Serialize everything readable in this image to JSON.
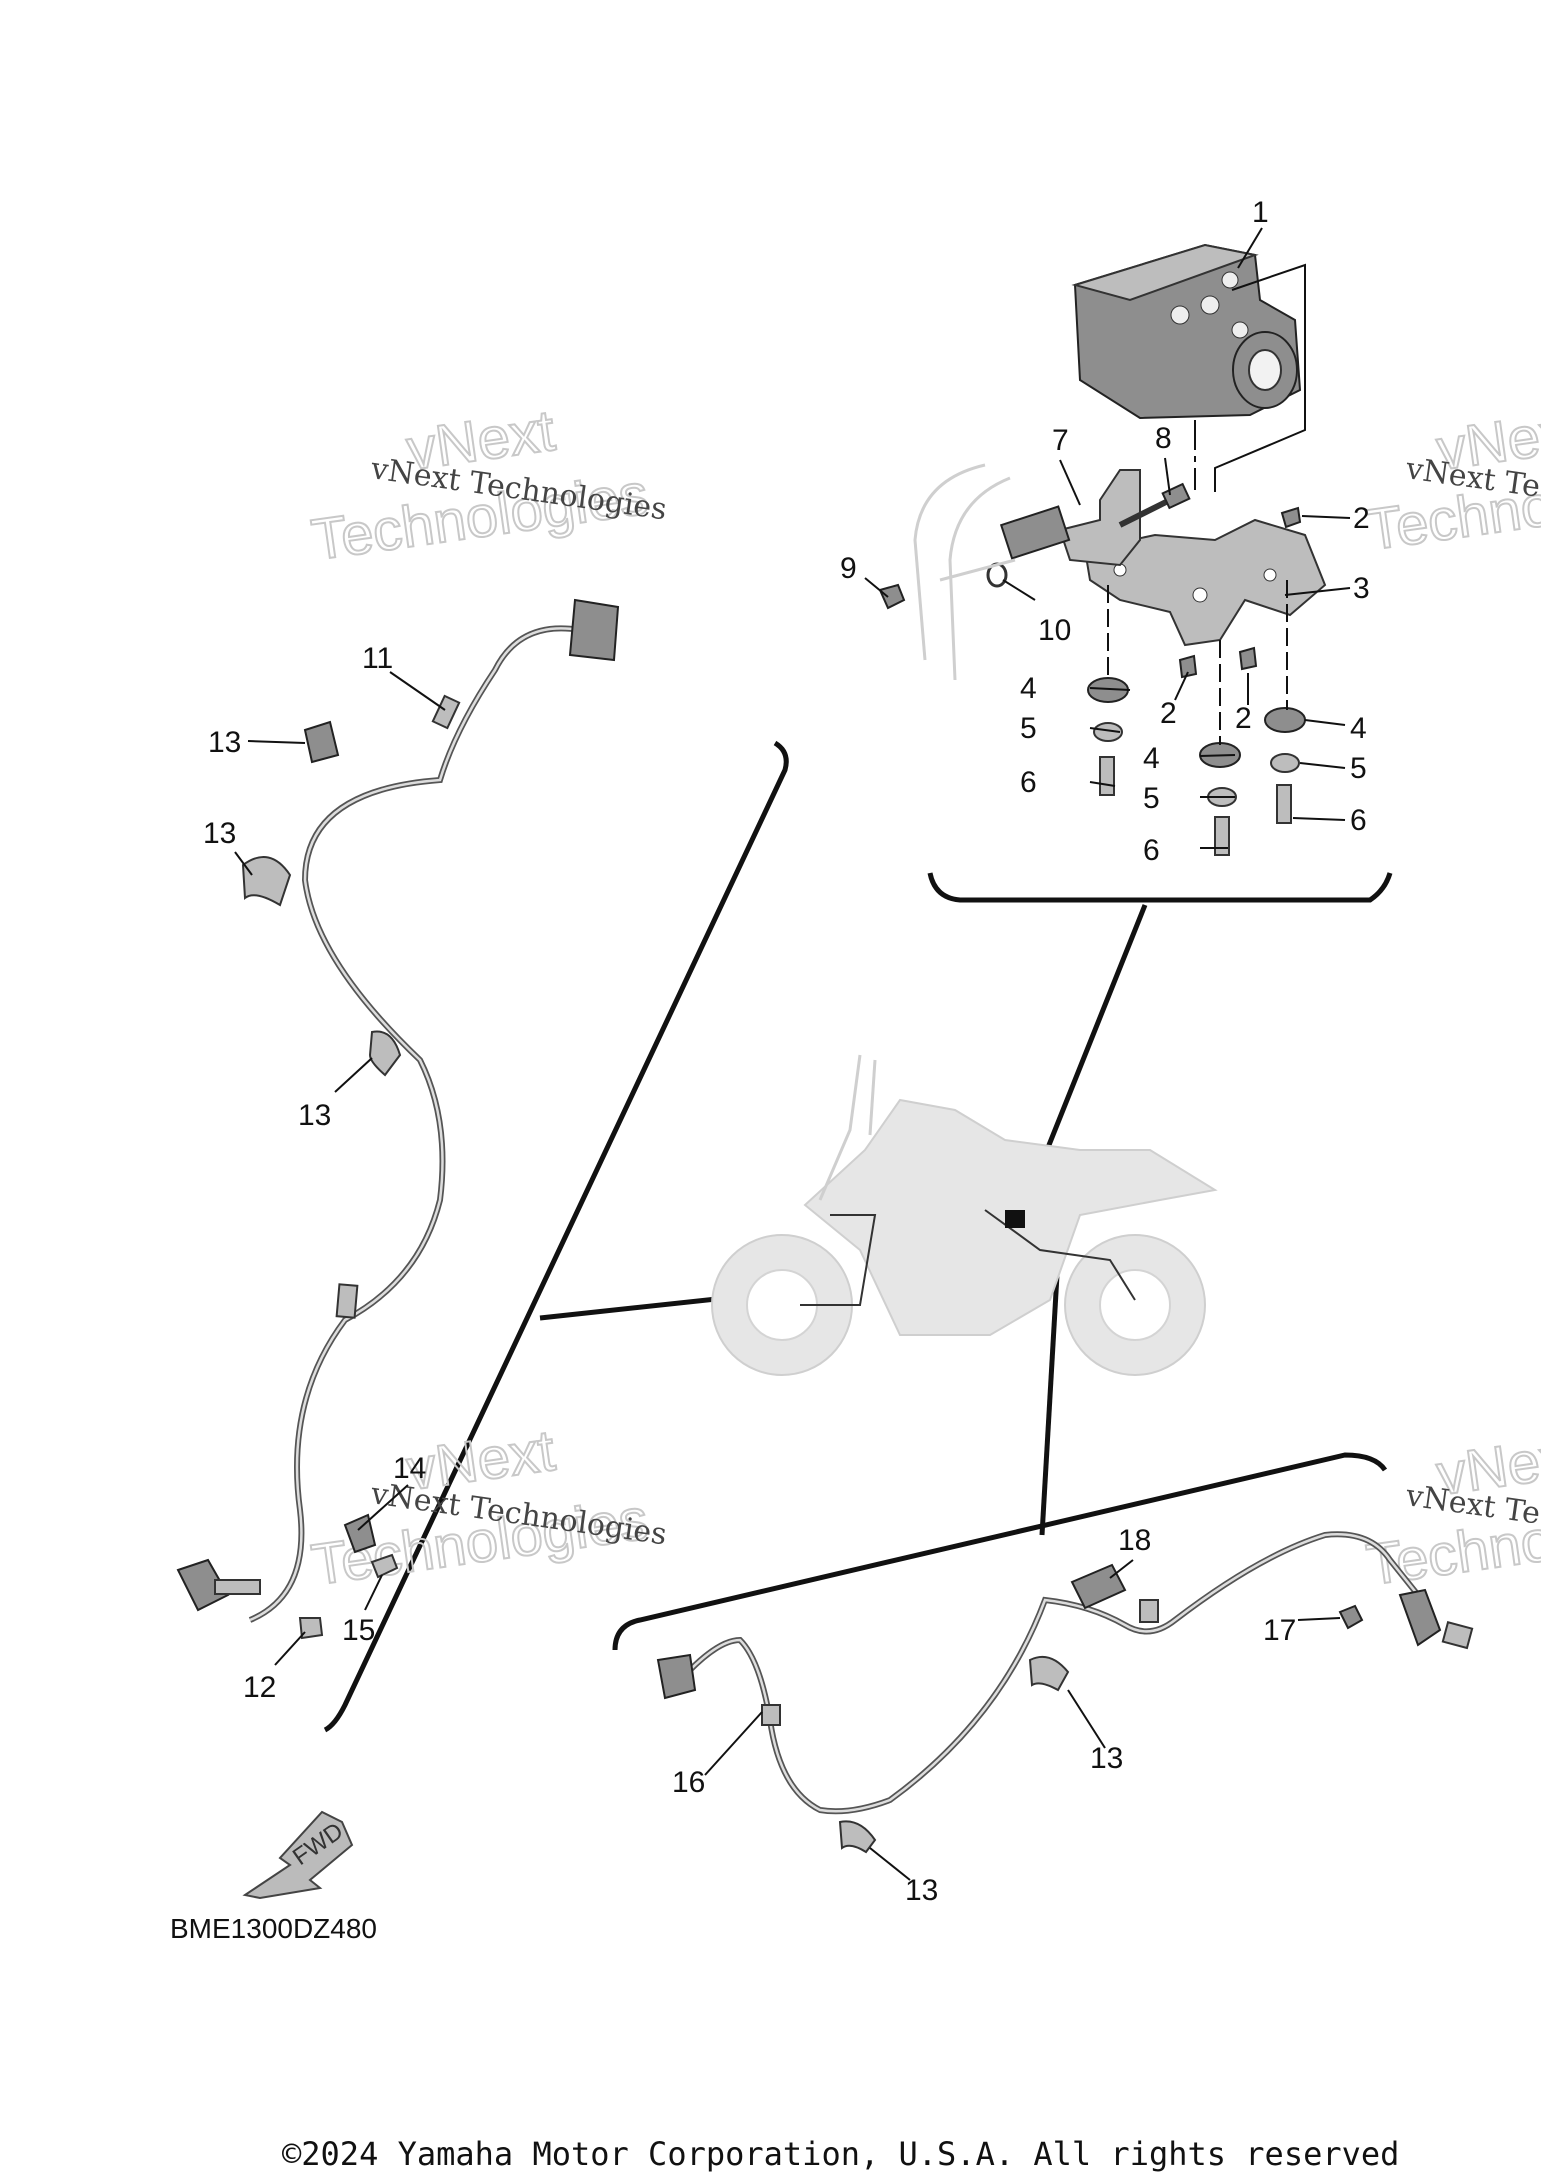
{
  "callouts": [
    "1",
    "2",
    "3",
    "4",
    "5",
    "6",
    "7",
    "8",
    "9",
    "10",
    "11",
    "12",
    "13",
    "14",
    "15",
    "16",
    "17",
    "18"
  ],
  "watermark": {
    "line1": "vNext Technologies",
    "line2": "vNext",
    "line3": "Technologies",
    "line1_partial": "vNext Tec",
    "line3_partial": "Techno"
  },
  "diagram_code": "BME1300DZ480",
  "forward_label": "FWD",
  "copyright": "©2024 Yamaha Motor Corporation, U.S.A. All rights reserved",
  "colors": {
    "ink": "#111111",
    "part_fill": "#bdbdbd",
    "ghost": "#e6e6e6",
    "watermark": "#c8c8c8"
  }
}
